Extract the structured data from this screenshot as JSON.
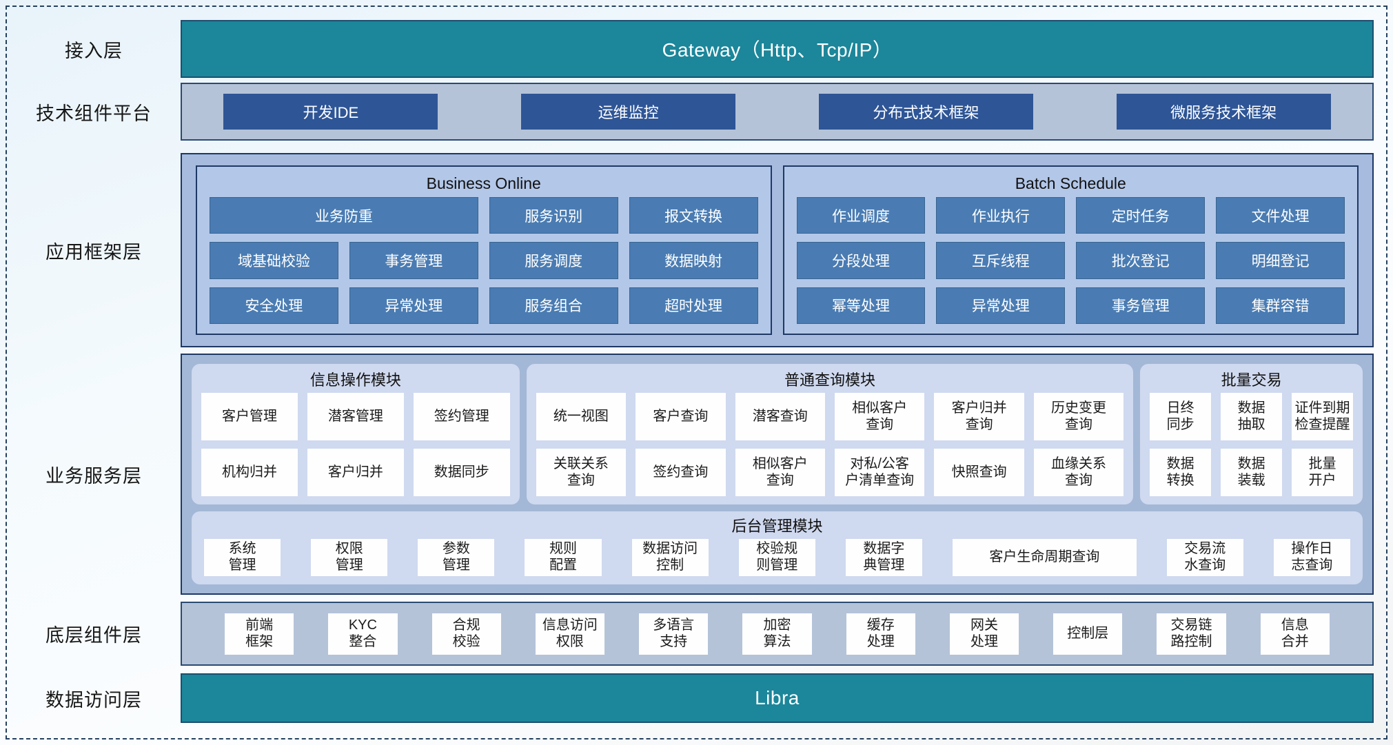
{
  "palette": {
    "teal": "#1c869a",
    "dark_blue_button": "#2e5596",
    "mid_blue_button": "#4a7cb3",
    "band_gray_blue": "#b5c3d8",
    "app_panel_blue": "#b3c7e8",
    "biz_panel_lavender": "#cfd9ef",
    "border_navy": "#1f3864"
  },
  "layers": {
    "access": {
      "label": "接入层",
      "bar": "Gateway（Http、Tcp/IP）"
    },
    "tech": {
      "label": "技术组件平台",
      "items": [
        "开发IDE",
        "运维监控",
        "分布式技术框架",
        "微服务技术框架"
      ]
    },
    "app": {
      "label": "应用框架层",
      "business_online": {
        "title": "Business Online",
        "items": [
          "业务防重",
          "服务识别",
          "报文转换",
          "域基础校验",
          "事务管理",
          "服务调度",
          "数据映射",
          "安全处理",
          "异常处理",
          "服务组合",
          "超时处理"
        ]
      },
      "batch_schedule": {
        "title": "Batch Schedule",
        "items": [
          "作业调度",
          "作业执行",
          "定时任务",
          "文件处理",
          "分段处理",
          "互斥线程",
          "批次登记",
          "明细登记",
          "幂等处理",
          "异常处理",
          "事务管理",
          "集群容错"
        ]
      }
    },
    "biz": {
      "label": "业务服务层",
      "info": {
        "title": "信息操作模块",
        "items": [
          "客户管理",
          "潜客管理",
          "签约管理",
          "机构归并",
          "客户归并",
          "数据同步"
        ]
      },
      "query": {
        "title": "普通查询模块",
        "items": [
          "统一视图",
          "客户查询",
          "潜客查询",
          "相似客户\n查询",
          "客户归并\n查询",
          "历史变更\n查询",
          "关联关系\n查询",
          "签约查询",
          "相似客户\n查询",
          "对私/公客\n户清单查询",
          "快照查询",
          "血缘关系\n查询"
        ]
      },
      "batch": {
        "title": "批量交易",
        "items": [
          "日终\n同步",
          "数据\n抽取",
          "证件到期\n检查提醒",
          "数据\n转换",
          "数据\n装载",
          "批量\n开户"
        ]
      },
      "admin": {
        "title": "后台管理模块",
        "items": [
          "系统\n管理",
          "权限\n管理",
          "参数\n管理",
          "规则\n配置",
          "数据访问\n控制",
          "校验规\n则管理",
          "数据字\n典管理",
          "客户生命周期查询",
          "交易流\n水查询",
          "操作日\n志查询"
        ]
      }
    },
    "base": {
      "label": "底层组件层",
      "items": [
        "前端\n框架",
        "KYC\n整合",
        "合规\n校验",
        "信息访问\n权限",
        "多语言\n支持",
        "加密\n算法",
        "缓存\n处理",
        "网关\n处理",
        "控制层",
        "交易链\n路控制",
        "信息\n合并"
      ]
    },
    "data": {
      "label": "数据访问层",
      "bar": "Libra"
    }
  }
}
